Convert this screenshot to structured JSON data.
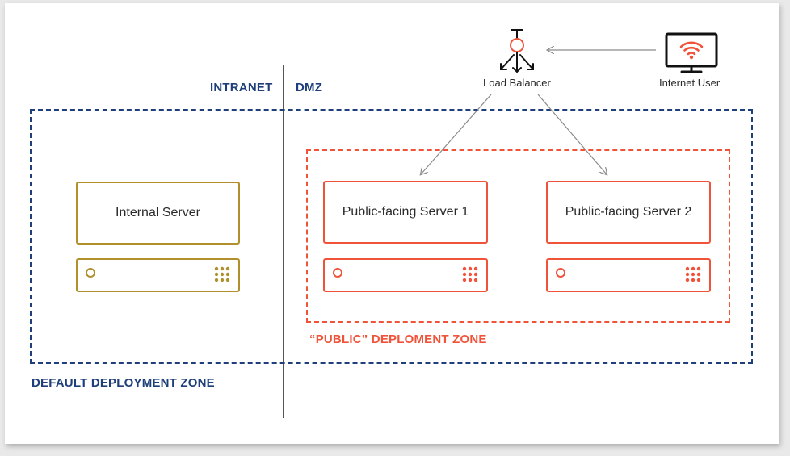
{
  "labels": {
    "intranet": "INTRANET",
    "dmz": "DMZ",
    "default_zone": "DEFAULT DEPLOYMENT ZONE",
    "public_zone": "“PUBLIC” DEPLOMENT ZONE"
  },
  "nodes": {
    "load_balancer": "Load Balancer",
    "internet_user": "Internet User",
    "internal_server": "Internal Server",
    "public_server_1": "Public-facing Server 1",
    "public_server_2": "Public-facing Server 2"
  },
  "icons": {
    "load_balancer": "load-balancer-icon",
    "internet_user": "monitor-wifi-icon"
  },
  "colors": {
    "default_zone": "#1f3f7a",
    "public_zone": "#f0533a",
    "internal_server": "#b08f2c",
    "public_server": "#f0533a",
    "divider": "#555555",
    "arrow": "#8a8a8a"
  }
}
